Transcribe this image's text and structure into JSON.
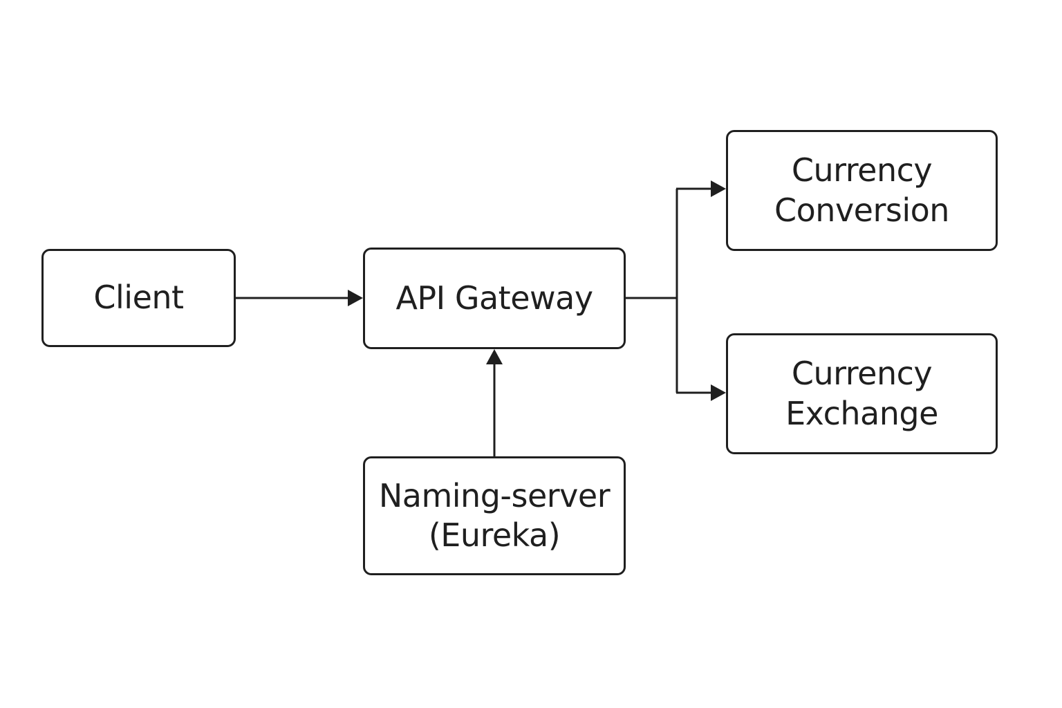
{
  "nodes": {
    "client": {
      "label": "Client"
    },
    "gateway": {
      "label": "API Gateway"
    },
    "conversion": {
      "line1": "Currency",
      "line2": "Conversion"
    },
    "exchange": {
      "line1": "Currency",
      "line2": "Exchange"
    },
    "naming": {
      "line1": "Naming-server",
      "line2": "(Eureka)"
    }
  },
  "colors": {
    "stroke": "#1f1f1f",
    "background": "#ffffff"
  }
}
